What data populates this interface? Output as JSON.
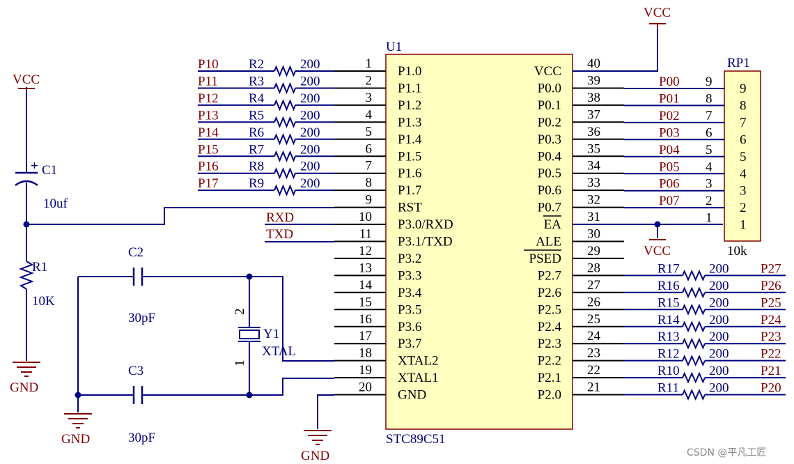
{
  "chip": {
    "designator": "U1",
    "part": "STC89C51",
    "left_pins": [
      {
        "num": "1",
        "name": "P1.0"
      },
      {
        "num": "2",
        "name": "P1.1"
      },
      {
        "num": "3",
        "name": "P1.2"
      },
      {
        "num": "4",
        "name": "P1.3"
      },
      {
        "num": "5",
        "name": "P1.4"
      },
      {
        "num": "6",
        "name": "P1.5"
      },
      {
        "num": "7",
        "name": "P1.6"
      },
      {
        "num": "8",
        "name": "P1.7"
      },
      {
        "num": "9",
        "name": "RST"
      },
      {
        "num": "10",
        "name": "P3.0/RXD"
      },
      {
        "num": "11",
        "name": "P3.1/TXD"
      },
      {
        "num": "12",
        "name": "P3.2"
      },
      {
        "num": "13",
        "name": "P3.3"
      },
      {
        "num": "14",
        "name": "P3.4"
      },
      {
        "num": "15",
        "name": "P3.5"
      },
      {
        "num": "16",
        "name": "P3.6"
      },
      {
        "num": "17",
        "name": "P3.7"
      },
      {
        "num": "18",
        "name": "XTAL2"
      },
      {
        "num": "19",
        "name": "XTAL1"
      },
      {
        "num": "20",
        "name": "GND"
      }
    ],
    "right_pins": [
      {
        "num": "40",
        "name": "VCC"
      },
      {
        "num": "39",
        "name": "P0.0"
      },
      {
        "num": "38",
        "name": "P0.1"
      },
      {
        "num": "37",
        "name": "P0.2"
      },
      {
        "num": "36",
        "name": "P0.3"
      },
      {
        "num": "35",
        "name": "P0.4"
      },
      {
        "num": "34",
        "name": "P0.5"
      },
      {
        "num": "33",
        "name": "P0.6"
      },
      {
        "num": "32",
        "name": "P0.7"
      },
      {
        "num": "31",
        "name": "EA"
      },
      {
        "num": "30",
        "name": "ALE"
      },
      {
        "num": "29",
        "name": "PSED"
      },
      {
        "num": "28",
        "name": "P2.7"
      },
      {
        "num": "27",
        "name": "P2.6"
      },
      {
        "num": "26",
        "name": "P2.5"
      },
      {
        "num": "25",
        "name": "P2.4"
      },
      {
        "num": "24",
        "name": "P2.3"
      },
      {
        "num": "23",
        "name": "P2.2"
      },
      {
        "num": "22",
        "name": "P2.1"
      },
      {
        "num": "21",
        "name": "P2.0"
      }
    ]
  },
  "left_resistors": [
    {
      "net": "P10",
      "ref": "R2",
      "value": "200"
    },
    {
      "net": "P11",
      "ref": "R3",
      "value": "200"
    },
    {
      "net": "P12",
      "ref": "R4",
      "value": "200"
    },
    {
      "net": "P13",
      "ref": "R5",
      "value": "200"
    },
    {
      "net": "P14",
      "ref": "R6",
      "value": "200"
    },
    {
      "net": "P15",
      "ref": "R7",
      "value": "200"
    },
    {
      "net": "P16",
      "ref": "R8",
      "value": "200"
    },
    {
      "net": "P17",
      "ref": "R9",
      "value": "200"
    }
  ],
  "right_resistors": [
    {
      "ref": "R17",
      "value": "200",
      "net": "P27"
    },
    {
      "ref": "R16",
      "value": "200",
      "net": "P26"
    },
    {
      "ref": "R15",
      "value": "200",
      "net": "P25"
    },
    {
      "ref": "R14",
      "value": "200",
      "net": "P24"
    },
    {
      "ref": "R13",
      "value": "200",
      "net": "P23"
    },
    {
      "ref": "R12",
      "value": "200",
      "net": "P22"
    },
    {
      "ref": "R10",
      "value": "200",
      "net": "P21"
    },
    {
      "ref": "R11",
      "value": "200",
      "net": "P20"
    }
  ],
  "rp1": {
    "ref": "RP1",
    "value": "10k",
    "nets": [
      "P00",
      "P01",
      "P02",
      "P03",
      "P04",
      "P05",
      "P06",
      "P07"
    ],
    "outer_pins": [
      "9",
      "8",
      "7",
      "6",
      "5",
      "4",
      "3",
      "2",
      "1"
    ],
    "inner_pins": [
      "9",
      "8",
      "7",
      "6",
      "5",
      "4",
      "3",
      "2",
      "1"
    ]
  },
  "serial": {
    "rxd": "RXD",
    "txd": "TXD"
  },
  "reset": {
    "vcc": "VCC",
    "cap_ref": "C1",
    "cap_value": "10uf",
    "cap_plus": "+",
    "res_ref": "R1",
    "res_value": "10K",
    "gnd": "GND"
  },
  "crystal": {
    "c2_ref": "C2",
    "c2_value": "30pF",
    "c3_ref": "C3",
    "c3_value": "30pF",
    "xtal_ref": "Y1",
    "xtal_value": "XTAL",
    "pin2": "2",
    "pin1": "1",
    "gnd": "GND"
  },
  "power": {
    "vcc_top": "VCC",
    "vcc_ea": "VCC",
    "chip_gnd": "GND"
  },
  "watermark": "CSDN @平凡工匠",
  "colors": {
    "wire": "#000080",
    "label": "#800000",
    "body_fill": "#ffffc0",
    "body_stroke": "#800000",
    "pin": "#000000",
    "junction": "#000080"
  }
}
